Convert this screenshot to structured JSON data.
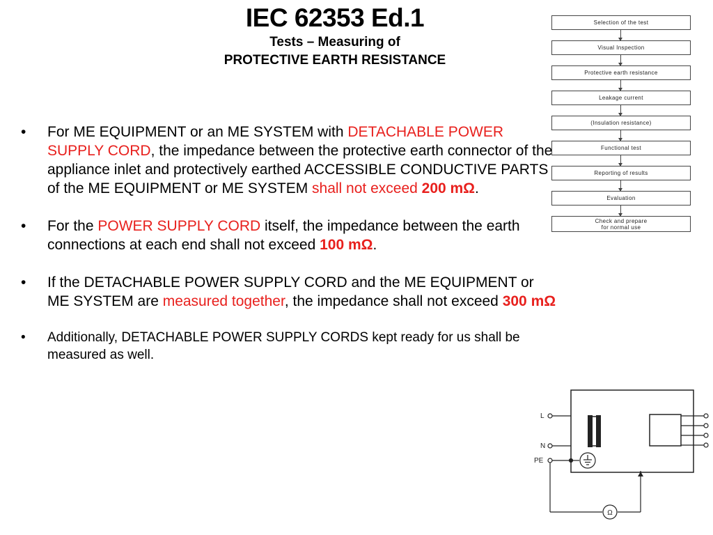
{
  "title": {
    "main": "IEC 62353 Ed.1",
    "sub1": "Tests – Measuring of",
    "sub2": "PROTECTIVE EARTH RESISTANCE"
  },
  "bullets": {
    "b1": {
      "t1": "For ME EQUIPMENT or an ME SYSTEM with ",
      "r1": "DETACHABLE POWER SUPPLY CORD",
      "t2": ", the impedance between the protective earth connector of the appliance inlet and protectively earthed ACCESSIBLE CONDUCTIVE PARTS of the ME EQUIPMENT or ME SYSTEM ",
      "r2": "shall not exceed ",
      "rb": "200 mΩ",
      "end": "."
    },
    "b2": {
      "t1": "For the ",
      "r1": "POWER SUPPLY CORD",
      "t2": " itself, the impedance between the earth connections at each end shall not exceed ",
      "rb": "100 mΩ",
      "end": "."
    },
    "b3": {
      "t1": "If the DETACHABLE POWER SUPPLY CORD and the ME EQUIPMENT or ME SYSTEM are ",
      "r1": "measured together",
      "t2": ", the impedance shall not exceed ",
      "rb": "300 mΩ"
    },
    "b4": {
      "t1": "Additionally, DETACHABLE POWER SUPPLY CORDS kept ready for us shall be measured as well."
    }
  },
  "flowchart": {
    "steps": [
      "Selection of the test",
      "Visual Inspection",
      "Protective earth resistance",
      "Leakage current",
      "(Insulation resistance)",
      "Functional test",
      "Reporting of results",
      "Evaluation",
      "Check and prepare",
      "for normal use"
    ]
  },
  "circuit": {
    "l": "L",
    "n": "N",
    "pe": "PE",
    "ohm": "Ω"
  }
}
